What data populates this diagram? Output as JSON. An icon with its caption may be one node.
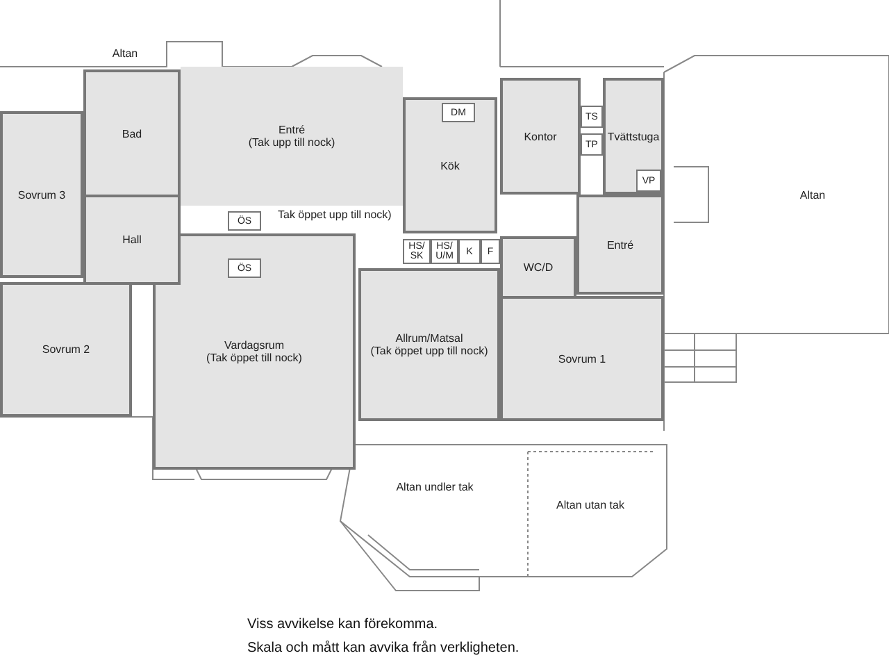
{
  "diagram": {
    "nodes": [
      {
        "text": [
          "Altan"
        ]
      },
      {
        "text": [
          "Sovrum 3"
        ]
      },
      {
        "text": [
          "Bad"
        ]
      },
      {
        "text": [
          "Entré",
          "(Tak upp till nock)"
        ]
      },
      {
        "text": [
          "Hall"
        ]
      },
      {
        "text": [
          "Kök"
        ]
      },
      {
        "text": [
          "Kontor"
        ]
      },
      {
        "text": [
          "Tvättstuga"
        ]
      },
      {
        "text": [
          "Altan"
        ]
      },
      {
        "text": [
          "Entré"
        ]
      },
      {
        "text": [
          "WC/D"
        ]
      },
      {
        "text": [
          "Sovrum 2"
        ]
      },
      {
        "text": [
          "Allrum/Matsal",
          "(Tak öppet upp till nock)"
        ]
      },
      {
        "text": [
          "Sovrum 1"
        ]
      },
      {
        "text": [
          "Vardagsrum",
          "(Tak öppet till nock)"
        ]
      },
      {
        "text": [
          "Altan undler tak"
        ]
      },
      {
        "text": [
          "Altan utan tak"
        ]
      },
      {
        "text": [
          "ÖS"
        ]
      },
      {
        "text": [
          "ÖS"
        ],
        "in": 14
      },
      {
        "text": [
          "DM"
        ],
        "in": 5
      },
      {
        "text": [
          "TS"
        ]
      },
      {
        "text": [
          "TP"
        ]
      },
      {
        "text": [
          "VP"
        ],
        "in": 7
      },
      {
        "text": [
          "HS/ SK"
        ]
      },
      {
        "text": [
          "HS/ U/M"
        ]
      },
      {
        "text": [
          "K"
        ]
      },
      {
        "text": [
          "F"
        ]
      }
    ],
    "labels": [
      "Tak öppet upp till nock)",
      "Viss avvikelse kan förekomma.",
      "Skala och mått kan avvika från verkligheten."
    ]
  }
}
